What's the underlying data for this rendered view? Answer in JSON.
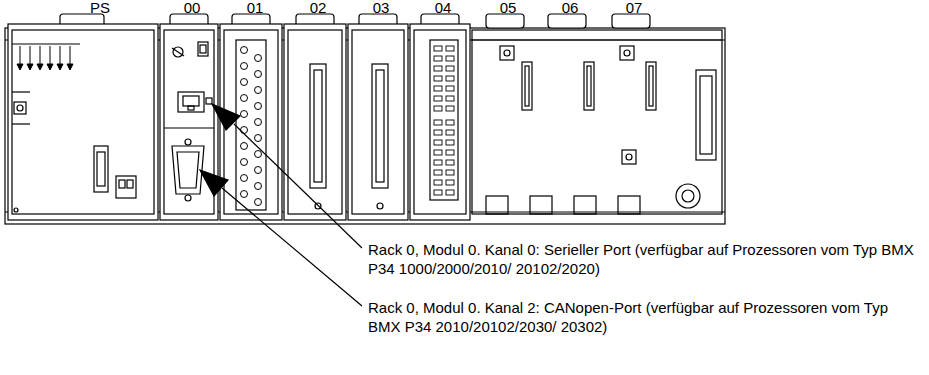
{
  "diagram": {
    "labels": [
      "PS",
      "00",
      "01",
      "02",
      "03",
      "04",
      "05",
      "06",
      "07",
      "Rack 0, Modul 0. Kanal 0: Serieller Port (verfügbar auf Prozessoren vom Typ BMX P34 1000/2000/2010/ 20102/2020)",
      "Rack 0, Modul 0. Kanal 2: CANopen-Port (verfügbar auf Prozessoren vom Typ BMX P34 2010/20102/2030/ 20302)"
    ]
  }
}
